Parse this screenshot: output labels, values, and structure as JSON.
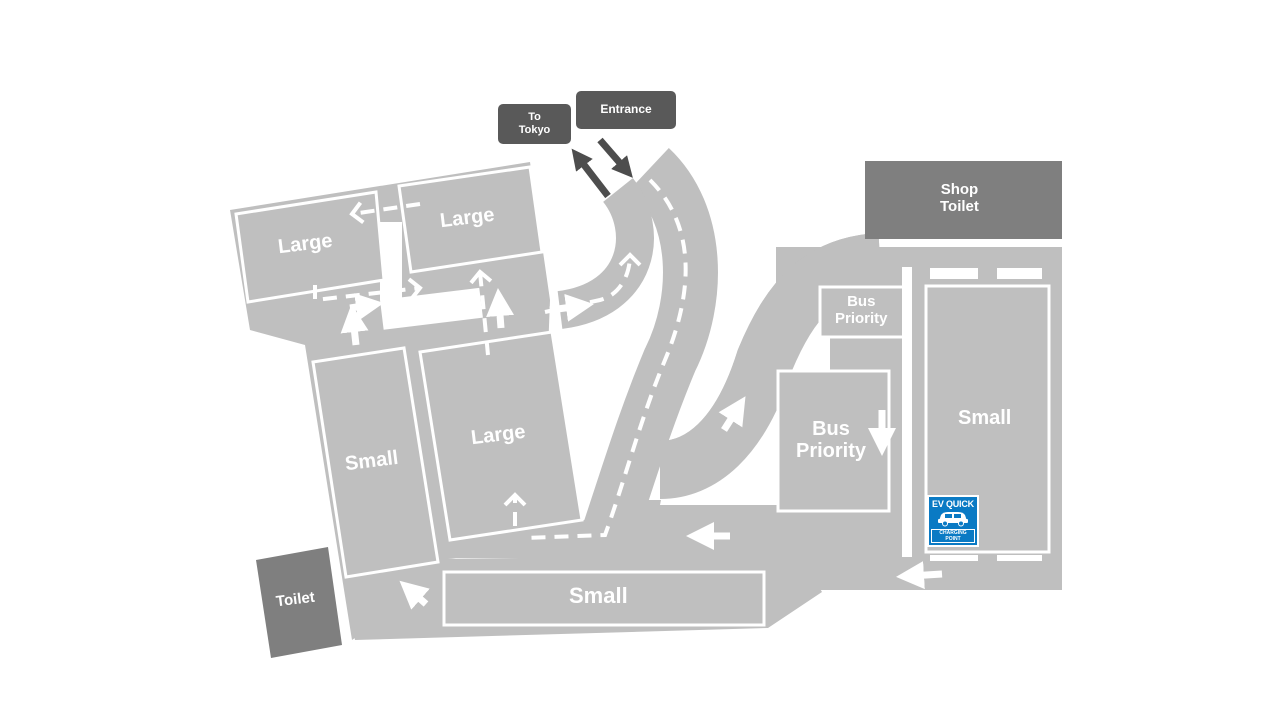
{
  "zones": {
    "large_nw": "Large",
    "large_n": "Large",
    "large_center": "Large",
    "small_west": "Small",
    "small_south": "Small",
    "small_east": "Small",
    "bus_priority_upper": [
      "Bus",
      "Priority"
    ],
    "bus_priority_lower": [
      "Bus",
      "Priority"
    ]
  },
  "facilities": {
    "shop_toilet": [
      "Shop",
      "Toilet"
    ],
    "toilet": "Toilet"
  },
  "signs": {
    "to_tokyo": [
      "To",
      "Tokyo"
    ],
    "entrance": "Entrance"
  },
  "ev_charger": {
    "title": "EV QUICK",
    "subtitle": "CHARGING POINT",
    "icon": "ev-car-icon"
  },
  "colors": {
    "pavement": "#bfbfbf",
    "facility": "#7f7f7f",
    "sign": "#595959",
    "ev_blue": "#0a7ac4",
    "marking": "#ffffff"
  }
}
